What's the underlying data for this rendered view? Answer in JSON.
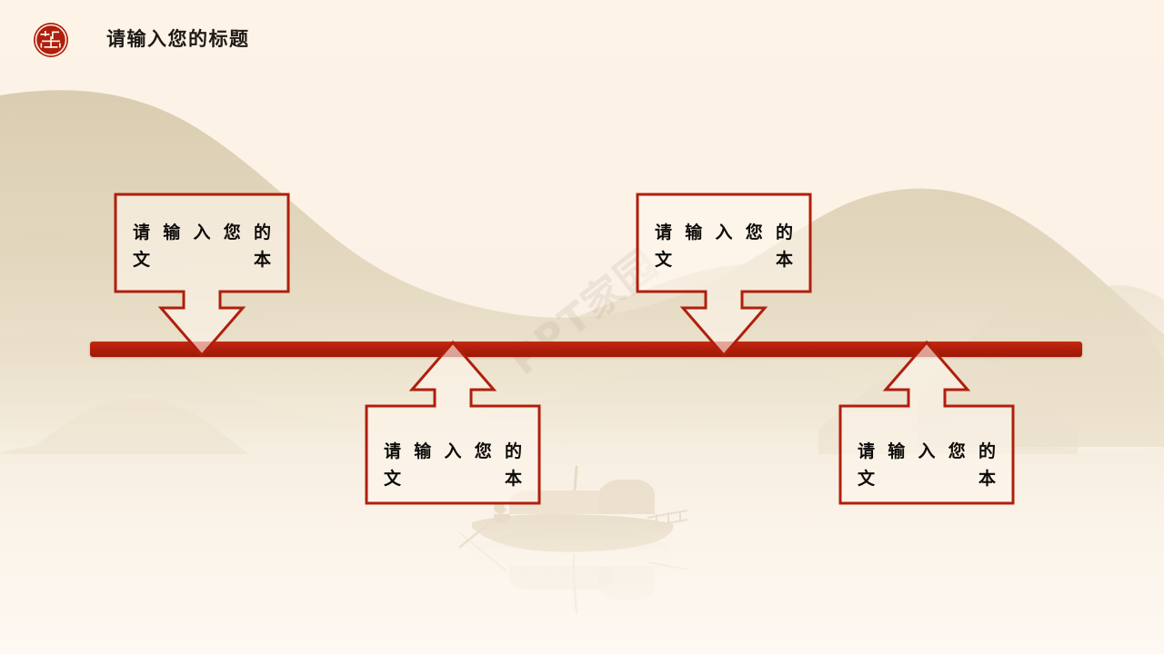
{
  "slide": {
    "background_color": "#fdf3e8",
    "accent_color": "#b01f0c",
    "text_color": "#0d0b09"
  },
  "header": {
    "logo_icon": "seal-circle-icon",
    "title": "请输入您的标题"
  },
  "divider": {
    "name": "timeline-bar",
    "color": "#b01f0c"
  },
  "watermark": {
    "text": "PPT家园"
  },
  "decor": {
    "mountains_icon": "mountain-range-icon",
    "boat_icon": "sailing-boat-icon",
    "reflection_icon": "water-reflection-icon"
  },
  "callouts": [
    {
      "id": "callout-1",
      "direction": "down",
      "line1": "请输入您的",
      "line2": "文本"
    },
    {
      "id": "callout-2",
      "direction": "down",
      "line1": "请输入您的",
      "line2": "文本"
    },
    {
      "id": "callout-3",
      "direction": "up",
      "line1": "请输入您的",
      "line2": "文本"
    },
    {
      "id": "callout-4",
      "direction": "up",
      "line1": "请输入您的",
      "line2": "文本"
    }
  ]
}
